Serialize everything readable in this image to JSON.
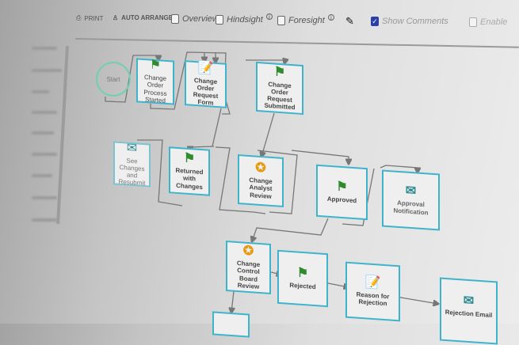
{
  "toolbar": {
    "print": "PRINT",
    "auto_arrange": "AUTO ARRANGE",
    "overview": {
      "label": "Overview",
      "checked": false
    },
    "hindsight": {
      "label": "Hindsight",
      "checked": false
    },
    "foresight": {
      "label": "Foresight",
      "checked": false
    },
    "show_comments": {
      "label": "Show Comments",
      "checked": true
    },
    "enable": {
      "label": "Enable",
      "checked": false
    }
  },
  "colors": {
    "node_border": "#3fb3cb",
    "flag": "#2e8b2e",
    "form": "#d32222",
    "badge": "#e69a10",
    "mail": "#2f8a92",
    "checkbox": "#2c3fa8"
  },
  "diagram": {
    "start": "Start",
    "nodes": [
      {
        "label": "Change Order Process Started",
        "icon": "flag-icon"
      },
      {
        "label": "Change Order Request Form",
        "icon": "form-icon"
      },
      {
        "label": "Change Order Request Submitted",
        "icon": "flag-icon"
      },
      {
        "label": "See Changes and Resubmit",
        "icon": "mail-icon"
      },
      {
        "label": "Returned with Changes",
        "icon": "flag-icon"
      },
      {
        "label": "Change Analyst Review",
        "icon": "badge-check-icon"
      },
      {
        "label": "Approved",
        "icon": "flag-icon"
      },
      {
        "label": "Approval Notification",
        "icon": "mail-icon"
      },
      {
        "label": "Change Control Board Review",
        "icon": "badge-check-icon"
      },
      {
        "label": "Rejected",
        "icon": "flag-icon"
      },
      {
        "label": "Reason for Rejection",
        "icon": "form-icon"
      },
      {
        "label": "Rejection Email",
        "icon": "mail-icon"
      }
    ]
  }
}
